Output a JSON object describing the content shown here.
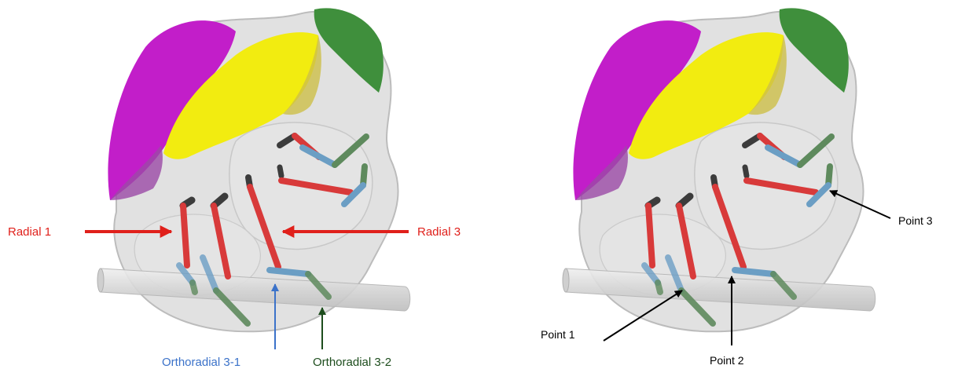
{
  "colors": {
    "purple": "#c21ec9",
    "yellow": "#f2ec10",
    "green_cap": "#3f8f3c",
    "shell": "#d8d8d8",
    "shell_edge": "#b9b9b9",
    "rod": "#d7d7d7",
    "red_fiber": "#d83a3a",
    "dark_fiber": "#3c3c3c",
    "blue_fiber": "#6b9ec4",
    "green_fiber": "#5e8a5d",
    "label_red": "#e0201b",
    "label_blue": "#3b72c9",
    "label_green": "#1d4d1d",
    "label_black": "#000000"
  },
  "left_panel": {
    "labels": {
      "radial_1": "Radial 1",
      "radial_3": "Radial 3",
      "orthoradial_3_1": "Orthoradial 3-1",
      "orthoradial_3_2": "Orthoradial 3-2"
    }
  },
  "right_panel": {
    "labels": {
      "point_1": "Point 1",
      "point_2": "Point 2",
      "point_3": "Point 3"
    }
  }
}
